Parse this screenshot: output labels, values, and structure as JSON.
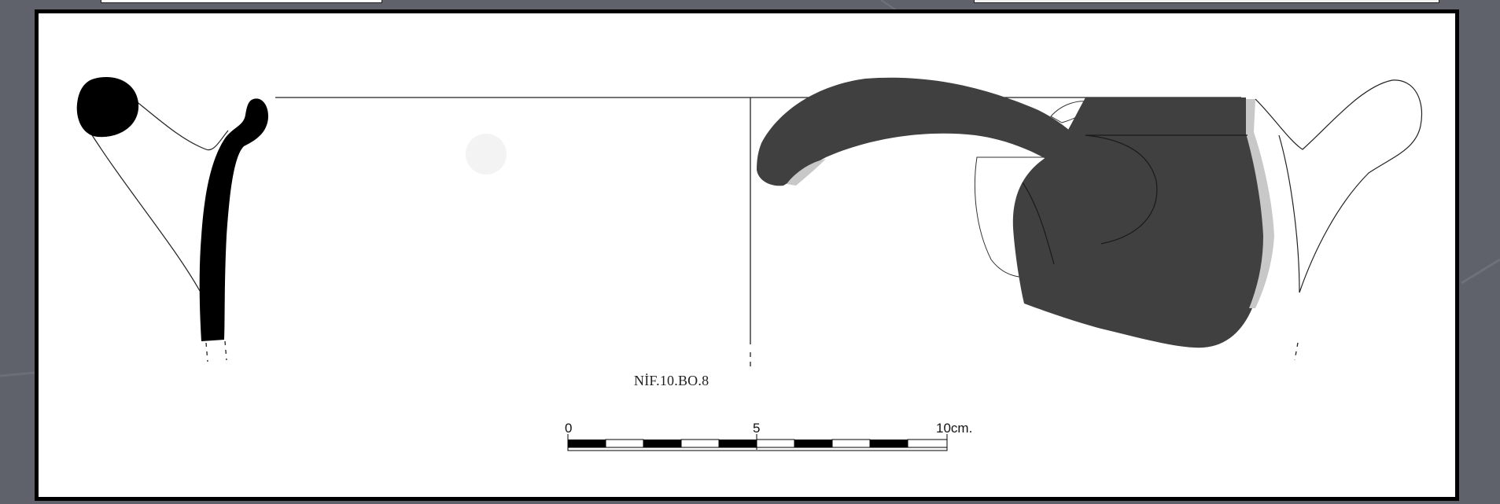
{
  "figure": {
    "catalog_label": "NİF.10.BO.8",
    "scale_bar": {
      "tick_labels": [
        "0",
        "5",
        "10cm."
      ]
    }
  },
  "colors": {
    "slide_background": "#5f616b",
    "frame_border": "#000000",
    "section_fill": "#000000",
    "exterior_surface_fill": "#404040",
    "lighter_surface_fill": "#c8c8c8"
  }
}
